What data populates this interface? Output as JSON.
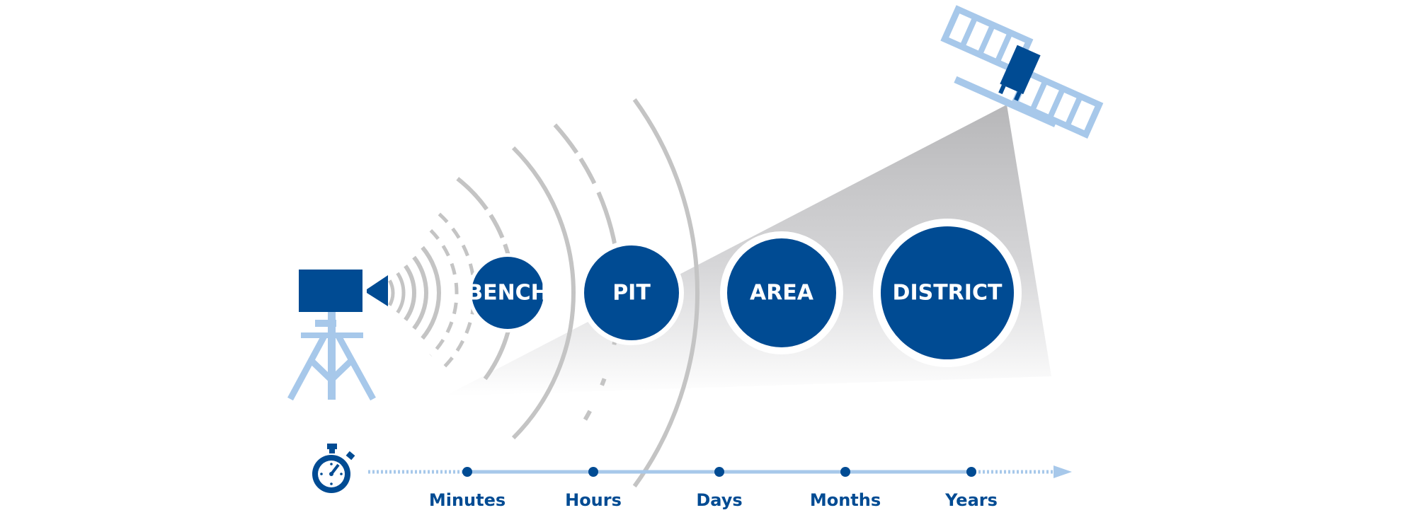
{
  "colors": {
    "primary_blue": "#004b93",
    "light_blue": "#a7c8ea",
    "wave_gray": "#c4c4c4",
    "beam_gray": "#bfbfc1",
    "background": "#ffffff"
  },
  "icons": {
    "ground_sensor": "camera-tripod-icon",
    "satellite": "satellite-icon",
    "time": "stopwatch-icon"
  },
  "scales": [
    {
      "label": "BENCH"
    },
    {
      "label": "PIT"
    },
    {
      "label": "AREA"
    },
    {
      "label": "DISTRICT"
    }
  ],
  "timeline": {
    "labels": [
      "Minutes",
      "Hours",
      "Days",
      "Months",
      "Years"
    ]
  }
}
